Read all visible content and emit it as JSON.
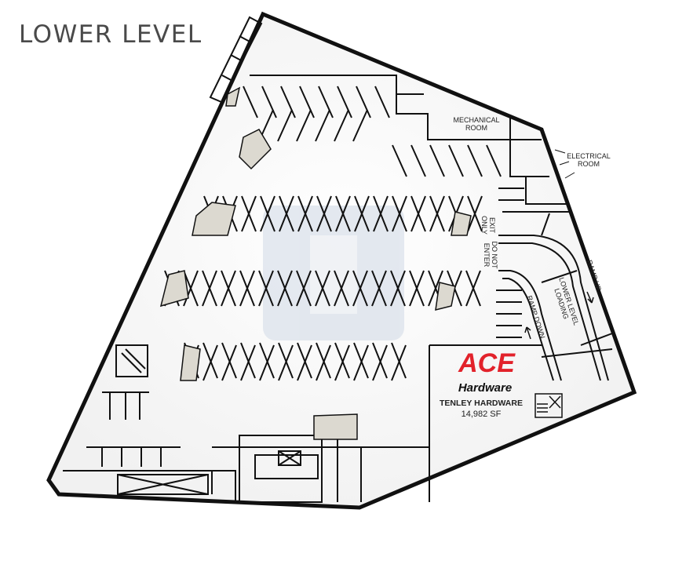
{
  "title": "LOWER LEVEL",
  "labels": {
    "mechanical_line1": "MECHANICAL",
    "mechanical_line2": "ROOM",
    "electrical_line1": "ELECTRICAL",
    "electrical_line2": "ROOM",
    "exit_line1": "EXIT",
    "exit_line2": "ONLY",
    "do_not_line1": "DO NOT",
    "do_not_line2": "ENTER",
    "ramp_up": "RAMP UP",
    "ramp_down": "RAMP DOWN",
    "loading_line1": "LOWER LEVEL",
    "loading_line2": "LOADING"
  },
  "tenant": {
    "logo_word": "ACE",
    "logo_sub": "Hardware",
    "name": "TENLEY HARDWARE",
    "area": "14,982 SF"
  },
  "colors": {
    "ace_red": "#e2222b",
    "wall": "#111111",
    "island": "#dcd9d0",
    "parking_watermark": "#dde3ec"
  }
}
